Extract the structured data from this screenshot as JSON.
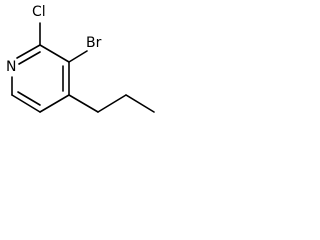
{
  "molecule": {
    "atoms": {
      "nitrogen": "N",
      "chlorine": "Cl",
      "bromine": "Br"
    }
  }
}
